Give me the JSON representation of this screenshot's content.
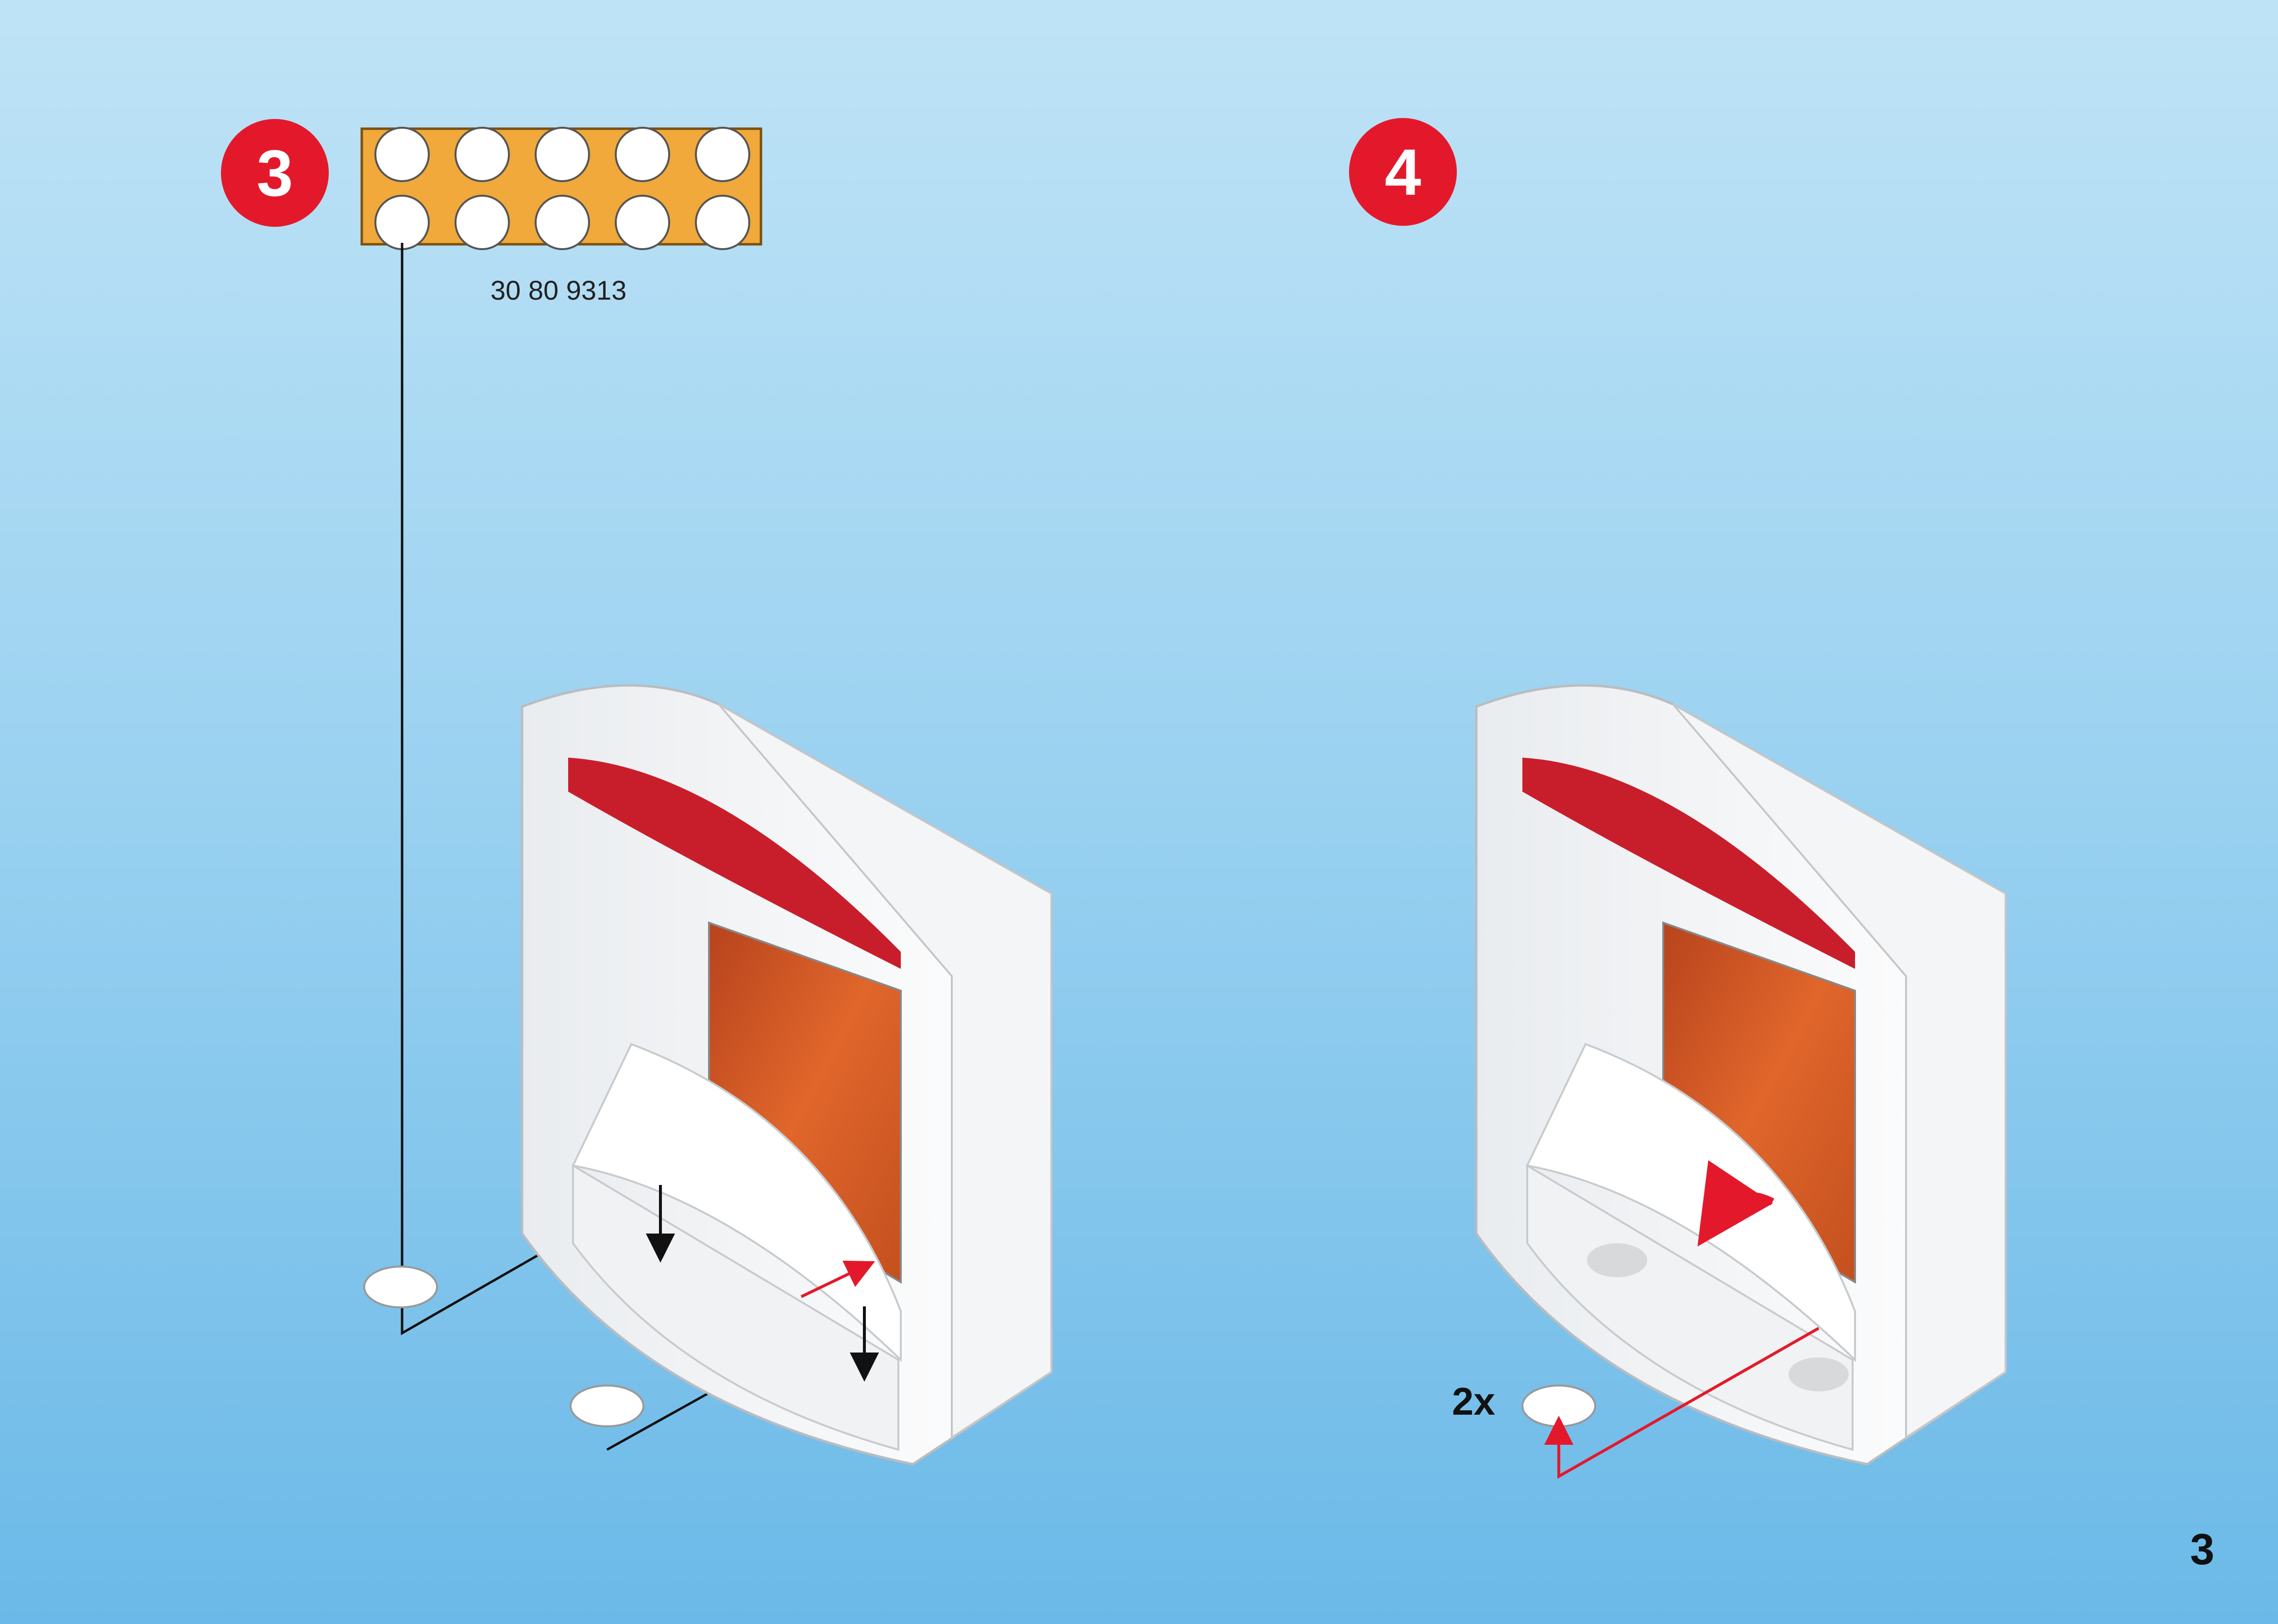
{
  "steps": [
    {
      "number": "3",
      "part_code": "30 80 9313"
    },
    {
      "number": "4",
      "quantity": "2x"
    }
  ],
  "page_number": "3",
  "colors": {
    "step_badge": "#e3192b",
    "plate": "#f0a93a",
    "wall": "#ffffff",
    "banner": "#c81e2c",
    "mars": "#d8592a",
    "arrow_red": "#e3192b",
    "arrow_black": "#111111"
  },
  "icons": [
    "stud-plate-icon",
    "round-tile-icon",
    "insert-arrow-icon",
    "rotate-arrow-icon",
    "wall-panel-illustration"
  ]
}
